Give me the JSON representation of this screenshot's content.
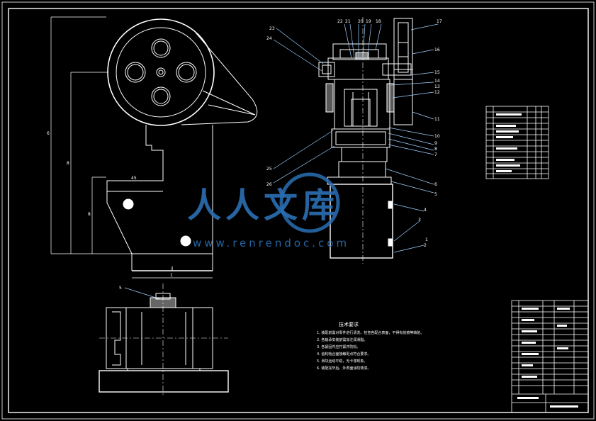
{
  "drawing": {
    "background_color": "#000000",
    "line_color": "#ffffff",
    "leader_color": "#9fd0ff"
  },
  "balloons": {
    "labels": [
      "22",
      "21",
      "20",
      "19",
      "18",
      "17",
      "16",
      "15",
      "14",
      "13",
      "12",
      "11",
      "10",
      "9",
      "8",
      "7",
      "6",
      "5",
      "4",
      "3",
      "2",
      "1",
      "23",
      "24",
      "25",
      "26"
    ],
    "bottom_view_label": "5"
  },
  "dimensions": {
    "overall_height": "6",
    "mid_height": "8",
    "lower_height": "8",
    "base_width": "1",
    "neck_width": "45"
  },
  "notes": {
    "title": "技术要求",
    "items": [
      "1. 装配前需对零件进行清洗，检查各配合表面，不得有划痕等缺陷。",
      "2. 各轴承安装前需加注润滑脂。",
      "3. 各紧固件应拧紧并防松。",
      "4. 齿轮啮合面接触斑点符合要求。",
      "5. 滑块运动平稳，无卡滞现象。",
      "6. 装配完毕后，外表面涂防锈漆。"
    ]
  },
  "watermark": {
    "brand_text": "人人文库",
    "url_text": "www.renrendoc.com",
    "color": "#2a6fb4"
  }
}
